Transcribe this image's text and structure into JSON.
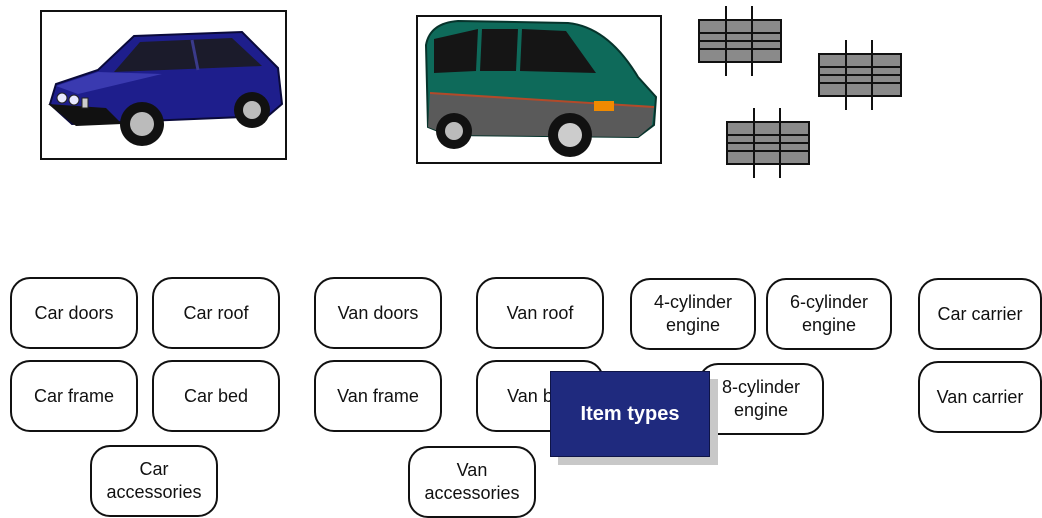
{
  "items": {
    "car_doors": "Car doors",
    "car_roof": "Car roof",
    "car_frame": "Car frame",
    "car_bed": "Car bed",
    "car_accessories": "Car\naccessories",
    "van_doors": "Van doors",
    "van_roof": "Van roof",
    "van_frame": "Van frame",
    "van_bed": "Van bed",
    "van_accessories": "Van\naccessories",
    "engine4": "4-cylinder\nengine",
    "engine6": "6-cylinder\nengine",
    "engine8": "8-cylinder\nengine",
    "car_carrier": "Car carrier",
    "van_carrier": "Van carrier"
  },
  "banner": {
    "label": "Item types"
  },
  "colors": {
    "car_body": "#1e1e8c",
    "van_body": "#0e6a5a",
    "engine_block": "#8a8a8a",
    "banner": "#1f2a7e"
  },
  "images": {
    "car": "blue-sedan-icon",
    "van": "green-minivan-icon",
    "engines": "engine-block-icon"
  }
}
